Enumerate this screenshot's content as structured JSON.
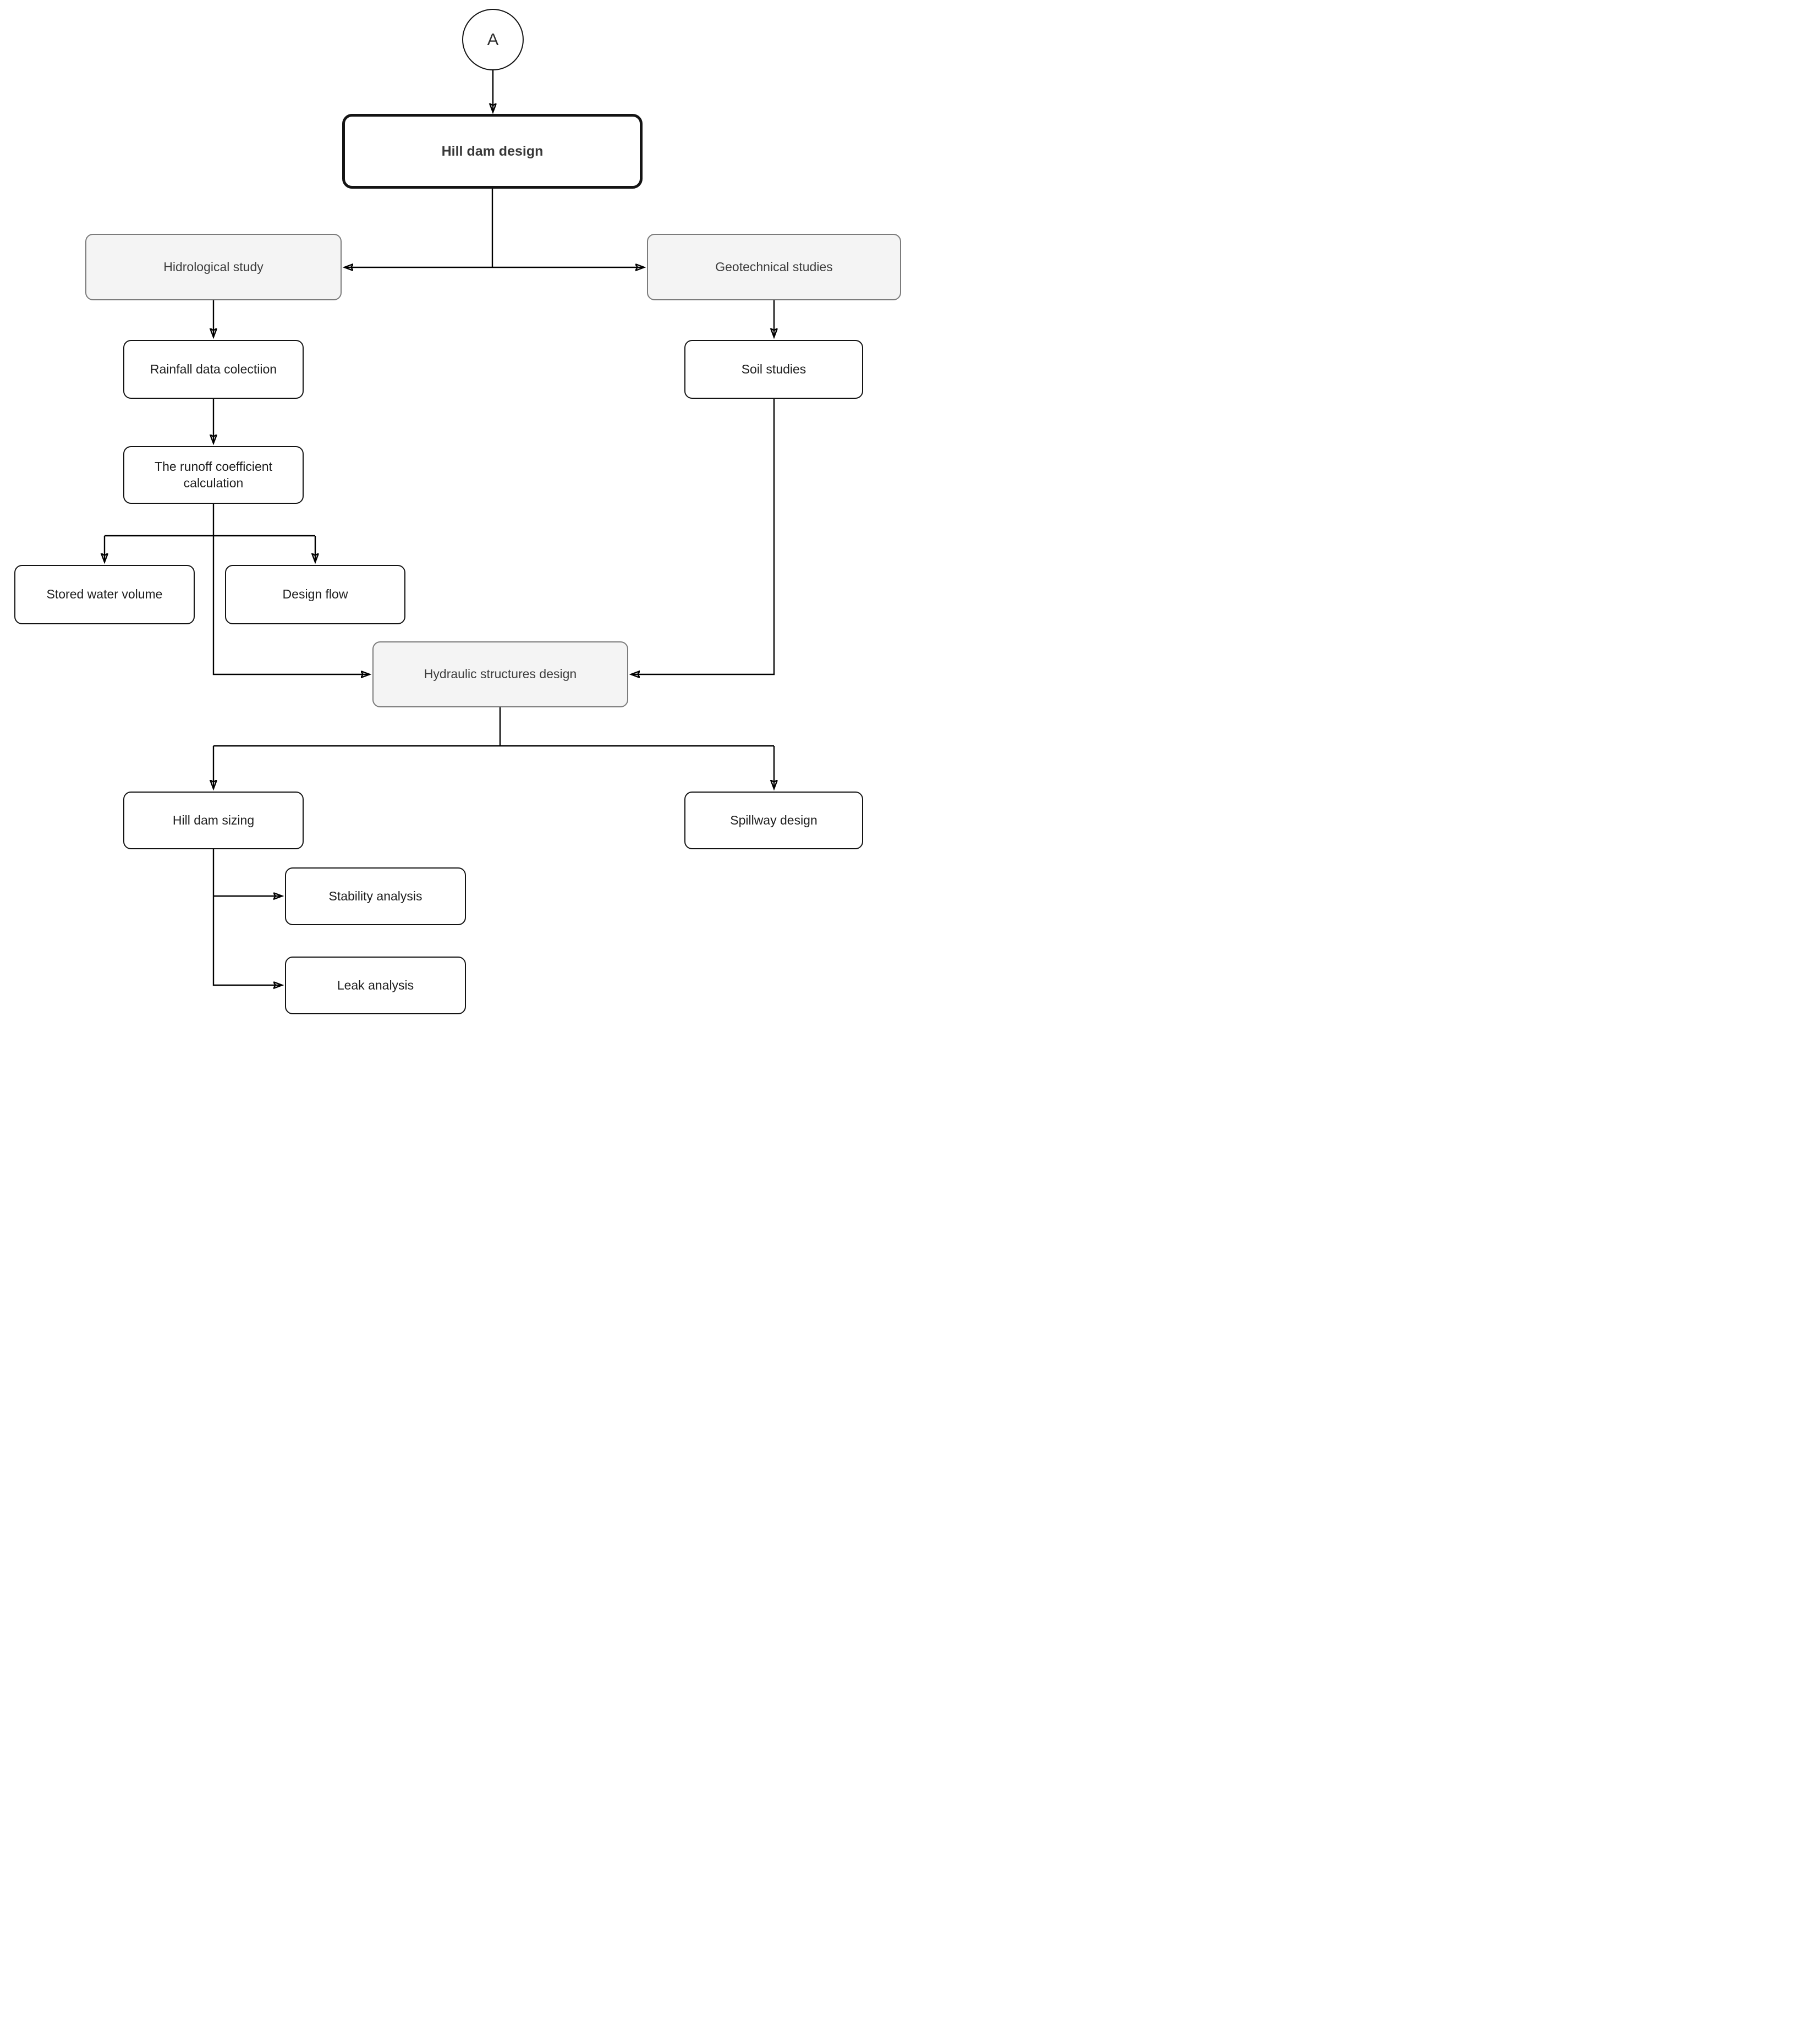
{
  "diagram": {
    "type": "flowchart",
    "nodes": {
      "start": {
        "label": "A",
        "shape": "circle"
      },
      "hill_dam_design": {
        "label": "Hill dam design",
        "style": "bold-outline"
      },
      "hidrological_study": {
        "label": "Hidrological study",
        "style": "highlight"
      },
      "geotechnical_studies": {
        "label": "Geotechnical studies",
        "style": "highlight"
      },
      "rainfall_data_collection": {
        "label": "Rainfall data colectiion",
        "style": "plain"
      },
      "runoff_coefficient": {
        "label": "The runoff coefficient calculation",
        "style": "plain"
      },
      "stored_water_volume": {
        "label": "Stored water volume",
        "style": "plain"
      },
      "design_flow": {
        "label": "Design flow",
        "style": "plain"
      },
      "soil_studies": {
        "label": "Soil studies",
        "style": "plain"
      },
      "hydraulic_structures_design": {
        "label": "Hydraulic structures design",
        "style": "highlight"
      },
      "hill_dam_sizing": {
        "label": "Hill dam sizing",
        "style": "plain"
      },
      "spillway_design": {
        "label": "Spillway design",
        "style": "plain"
      },
      "stability_analysis": {
        "label": "Stability analysis",
        "style": "plain"
      },
      "leak_analysis": {
        "label": "Leak analysis",
        "style": "plain"
      }
    },
    "edges": [
      {
        "from": "A",
        "to": "Hill dam design"
      },
      {
        "from": "Hill dam design",
        "to": "Hidrological study"
      },
      {
        "from": "Hill dam design",
        "to": "Geotechnical studies"
      },
      {
        "from": "Hidrological study",
        "to": "Rainfall data colectiion"
      },
      {
        "from": "Rainfall data colectiion",
        "to": "The runoff coefficient calculation"
      },
      {
        "from": "The runoff coefficient calculation",
        "to": "Stored water volume"
      },
      {
        "from": "The runoff coefficient calculation",
        "to": "Design flow"
      },
      {
        "from": "The runoff coefficient calculation",
        "to": "Hydraulic structures design"
      },
      {
        "from": "Geotechnical studies",
        "to": "Soil studies"
      },
      {
        "from": "Soil studies",
        "to": "Hydraulic structures design"
      },
      {
        "from": "Hydraulic structures design",
        "to": "Hill dam sizing"
      },
      {
        "from": "Hydraulic structures design",
        "to": "Spillway design"
      },
      {
        "from": "Hill dam sizing",
        "to": "Stability analysis"
      },
      {
        "from": "Hill dam sizing",
        "to": "Leak analysis"
      }
    ],
    "colors": {
      "background": "#ffffff",
      "node_fill": "#ffffff",
      "node_border": "#141414",
      "highlight_fill": "#f4f4f4",
      "highlight_border": "#7b7b7b",
      "connector": "#000000",
      "text": "#1d1d1d",
      "highlight_text": "#3c3c3c",
      "title_text": "#383838"
    }
  }
}
